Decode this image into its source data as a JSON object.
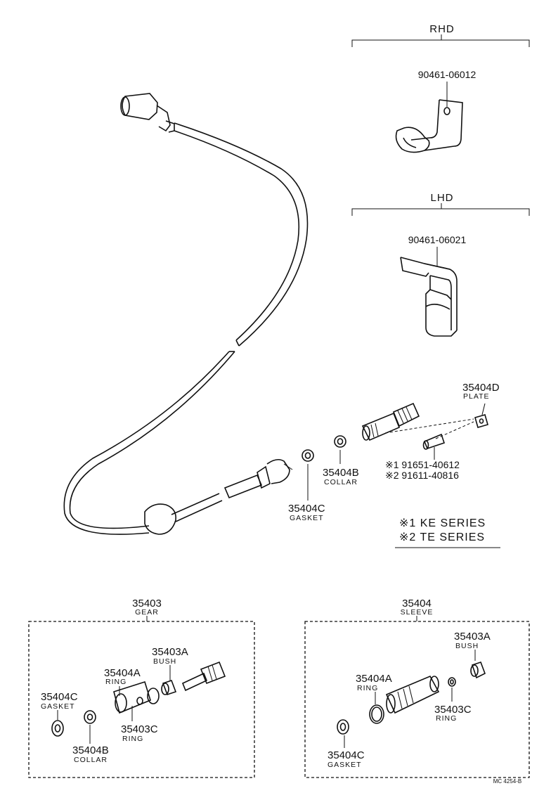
{
  "headers": {
    "rhd": "RHD",
    "lhd": "LHD"
  },
  "clamps": {
    "rhd_part": "90461-06012",
    "lhd_part": "90461-06021"
  },
  "plate": {
    "part": "35404D",
    "name": "PLATE"
  },
  "bolts": {
    "b1": "※1 91651-40612",
    "b2": "※2 91611-40816"
  },
  "collar": {
    "part": "35404B",
    "name": "COLLAR"
  },
  "gasket": {
    "part": "35404C",
    "name": "GASKET"
  },
  "series_notes": {
    "ke": "※1 KE SERIES",
    "te": "※2 TE SERIES"
  },
  "gear_box": {
    "part": "35403",
    "name": "GEAR",
    "bush_part": "35403A",
    "bush_name": "BUSH",
    "ring_a_part": "35404A",
    "ring_a_name": "RING",
    "gasket_part": "35404C",
    "gasket_name": "GASKET",
    "ring_c_part": "35403C",
    "ring_c_name": "RING",
    "collar_part": "35404B",
    "collar_name": "COLLAR"
  },
  "sleeve_box": {
    "part": "35404",
    "name": "SLEEVE",
    "bush_part": "35403A",
    "bush_name": "BUSH",
    "ring_a_part": "35404A",
    "ring_a_name": "RING",
    "ring_c_part": "35403C",
    "ring_c_name": "RING",
    "gasket_part": "35404C",
    "gasket_name": "GASKET"
  },
  "code": "MC 4254-B"
}
